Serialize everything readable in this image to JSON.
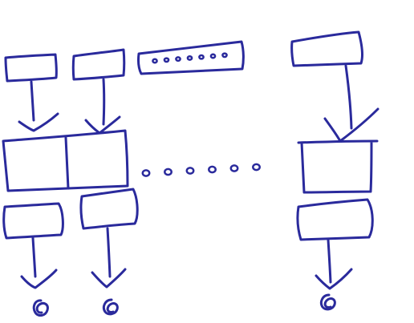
{
  "ink_color": "#2a2a9c",
  "paper_color": "#ffffff",
  "diagram": {
    "kind": "hand-drawn block diagram",
    "columns": [
      {
        "id": "column-1",
        "top_box": true,
        "arrow_to_middle": true,
        "middle_cell": true,
        "bottom_box": true,
        "arrow_to_output": true,
        "output_marker": true
      },
      {
        "id": "column-2",
        "top_box": true,
        "arrow_to_middle": true,
        "middle_cell": true,
        "bottom_box": true,
        "arrow_to_output": true,
        "output_marker": true
      },
      {
        "id": "column-n",
        "top_box": true,
        "arrow_to_middle": true,
        "middle_cell": true,
        "bottom_box": true,
        "arrow_to_output": true,
        "output_marker": true
      }
    ],
    "ellipsis_box_dot_count": 7,
    "ellipsis_row_dot_count": 6
  }
}
